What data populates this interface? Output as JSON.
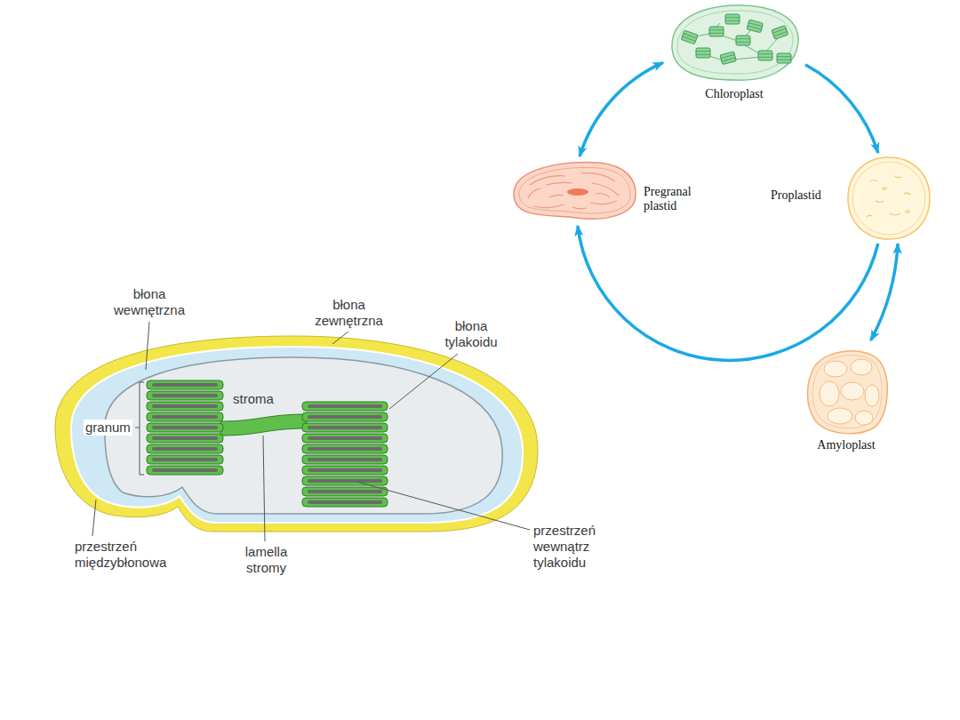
{
  "diagram": {
    "nodes": [
      {
        "text": [
          "Chloroplast"
        ]
      },
      {
        "text": [
          "Pregranal plastid"
        ]
      },
      {
        "text": [
          "Proplastid"
        ]
      },
      {
        "text": [
          "Amyloplast"
        ]
      }
    ],
    "edges": [
      {
        "from": 0,
        "to": 1,
        "arrow": "both"
      },
      {
        "from": 0,
        "to": 2,
        "arrow": "to"
      },
      {
        "from": 2,
        "to": 1,
        "arrow": "to"
      },
      {
        "from": 2,
        "to": 3,
        "arrow": "both"
      }
    ],
    "labels": [
      "błona wewnętrzna",
      "błona zewnętrzna",
      "błona tylakoidu",
      "stroma",
      "granum",
      "przestrzeń międzybłonowa",
      "lamella stromy",
      "przestrzeń wewnątrz tylakoidu"
    ]
  }
}
